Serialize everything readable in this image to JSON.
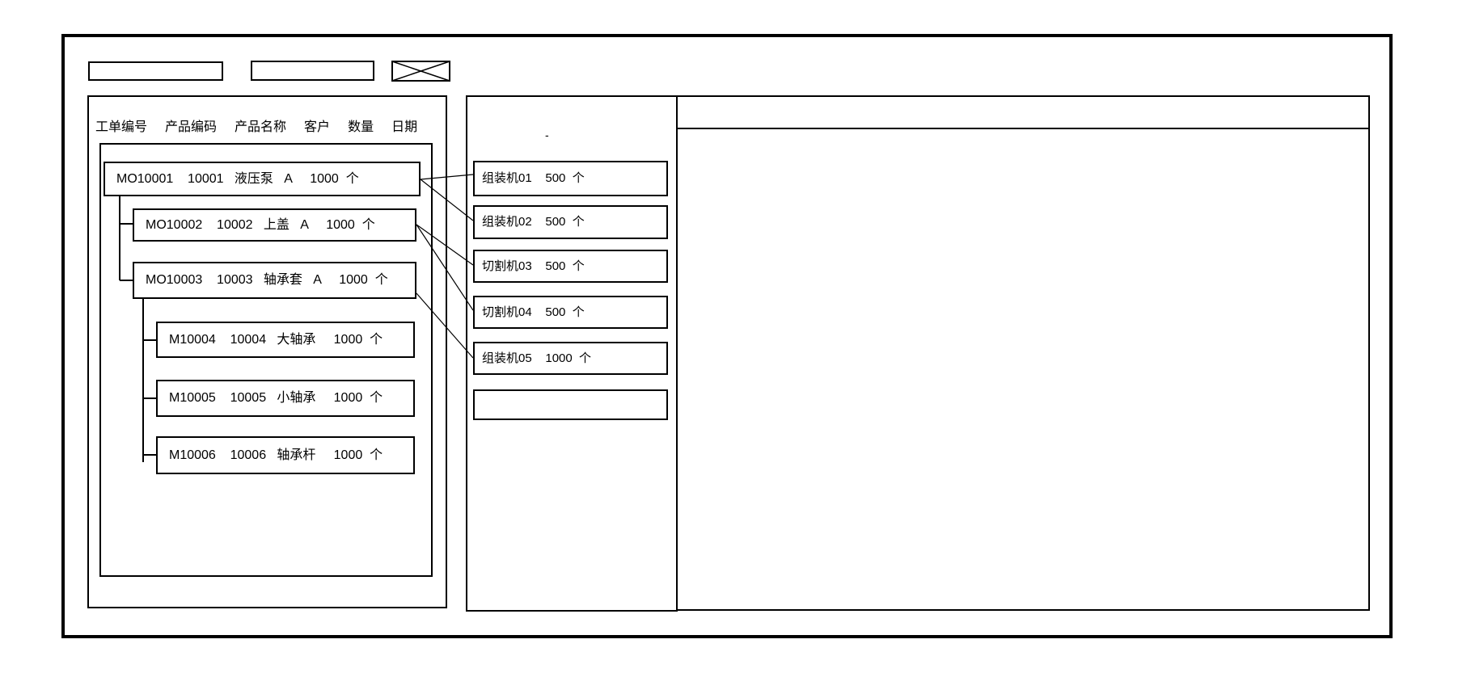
{
  "window": {
    "toolbar": {
      "field1_value": "",
      "field2_value": "",
      "close_box": "x-crossed-box"
    },
    "left_panel": {
      "columns": [
        "工单编号",
        "产品编码",
        "产品名称",
        "客户",
        "数量",
        "日期"
      ],
      "orders": [
        {
          "order_no": "MO10001",
          "product_code": "10001",
          "product_name": "液压泵",
          "customer": "A",
          "qty": "1000",
          "unit": "个",
          "level": 0
        },
        {
          "order_no": "MO10002",
          "product_code": "10002",
          "product_name": "上盖",
          "customer": "A",
          "qty": "1000",
          "unit": "个",
          "level": 1
        },
        {
          "order_no": "MO10003",
          "product_code": "10003",
          "product_name": "轴承套",
          "customer": "A",
          "qty": "1000",
          "unit": "个",
          "level": 1
        },
        {
          "order_no": "M10004",
          "product_code": "10004",
          "product_name": "大轴承",
          "customer": "",
          "qty": "1000",
          "unit": "个",
          "level": 2
        },
        {
          "order_no": "M10005",
          "product_code": "10005",
          "product_name": "小轴承",
          "customer": "",
          "qty": "1000",
          "unit": "个",
          "level": 2
        },
        {
          "order_no": "M10006",
          "product_code": "10006",
          "product_name": "轴承杆",
          "customer": "",
          "qty": "1000",
          "unit": "个",
          "level": 2
        }
      ]
    },
    "middle_panel": {
      "placeholder": "-",
      "workcenters": [
        {
          "name": "组装机01",
          "qty": "500",
          "unit": "个"
        },
        {
          "name": "组装机02",
          "qty": "500",
          "unit": "个"
        },
        {
          "name": "切割机03",
          "qty": "500",
          "unit": "个"
        },
        {
          "name": "切割机04",
          "qty": "500",
          "unit": "个"
        },
        {
          "name": "组装机05",
          "qty": "1000",
          "unit": "个"
        },
        {
          "name": "",
          "qty": "",
          "unit": ""
        }
      ]
    },
    "connections": [
      {
        "from": "MO10001",
        "to": "组装机01"
      },
      {
        "from": "MO10001",
        "to": "组装机02"
      },
      {
        "from": "MO10002",
        "to": "切割机03"
      },
      {
        "from": "MO10002",
        "to": "切割机04"
      },
      {
        "from": "MO10003",
        "to": "组装机05"
      }
    ],
    "right_panel": {
      "content": ""
    }
  },
  "colors": {
    "line": "#000000",
    "background": "#ffffff"
  }
}
